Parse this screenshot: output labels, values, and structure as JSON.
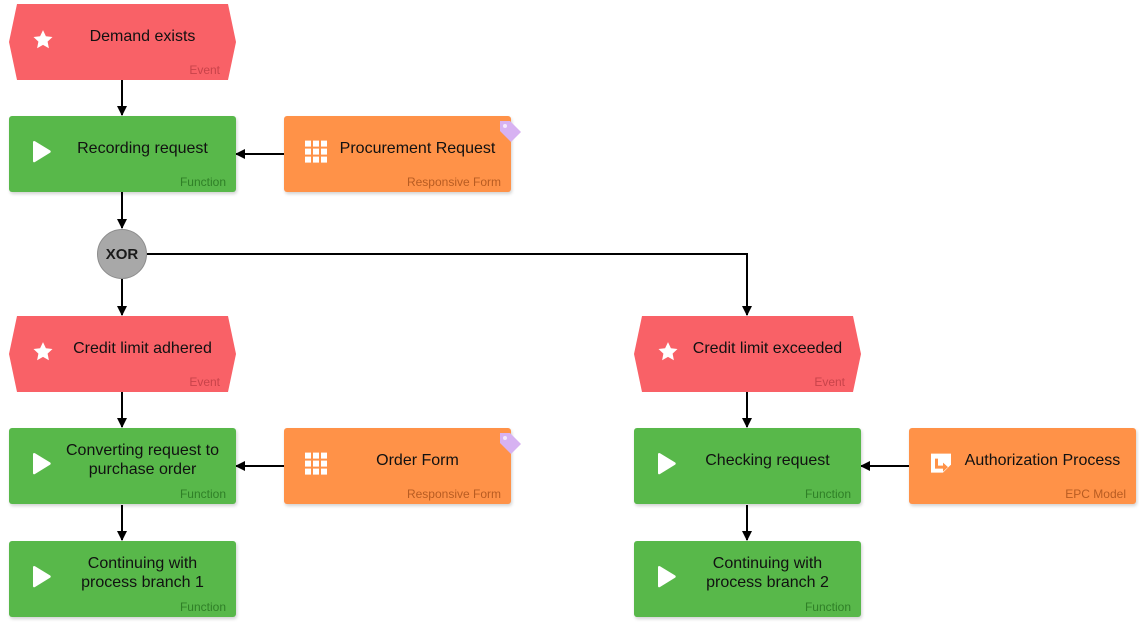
{
  "diagram": {
    "events": {
      "demand_exists": {
        "title": "Demand exists",
        "kind": "Event"
      },
      "credit_adhered": {
        "title": "Credit limit adhered",
        "kind": "Event"
      },
      "credit_exceeded": {
        "title": "Credit limit exceeded",
        "kind": "Event"
      }
    },
    "functions": {
      "recording_request": {
        "title": "Recording request",
        "kind": "Function"
      },
      "converting_request": {
        "title": "Converting request to purchase order",
        "kind": "Function"
      },
      "continuing_1": {
        "title": "Continuing with process branch 1",
        "kind": "Function"
      },
      "checking_request": {
        "title": "Checking request",
        "kind": "Function"
      },
      "continuing_2": {
        "title": "Continuing with process branch 2",
        "kind": "Function"
      }
    },
    "forms": {
      "procurement_request": {
        "title": "Procurement Request",
        "kind": "Responsive Form"
      },
      "order_form": {
        "title": "Order Form",
        "kind": "Responsive Form"
      },
      "authorization_process": {
        "title": "Authorization Process",
        "kind": "EPC Model"
      }
    },
    "connector": {
      "label": "XOR"
    }
  },
  "colors": {
    "event": "#f96167",
    "function": "#58b84a",
    "form": "#ff9248",
    "connector": "#a8a8a8",
    "tag": "#d7b2f2"
  },
  "icons": {
    "event": "star-icon",
    "function": "play-icon",
    "form": "grid-icon",
    "epc_model": "process-model-icon",
    "form_tag": "tag-icon"
  }
}
